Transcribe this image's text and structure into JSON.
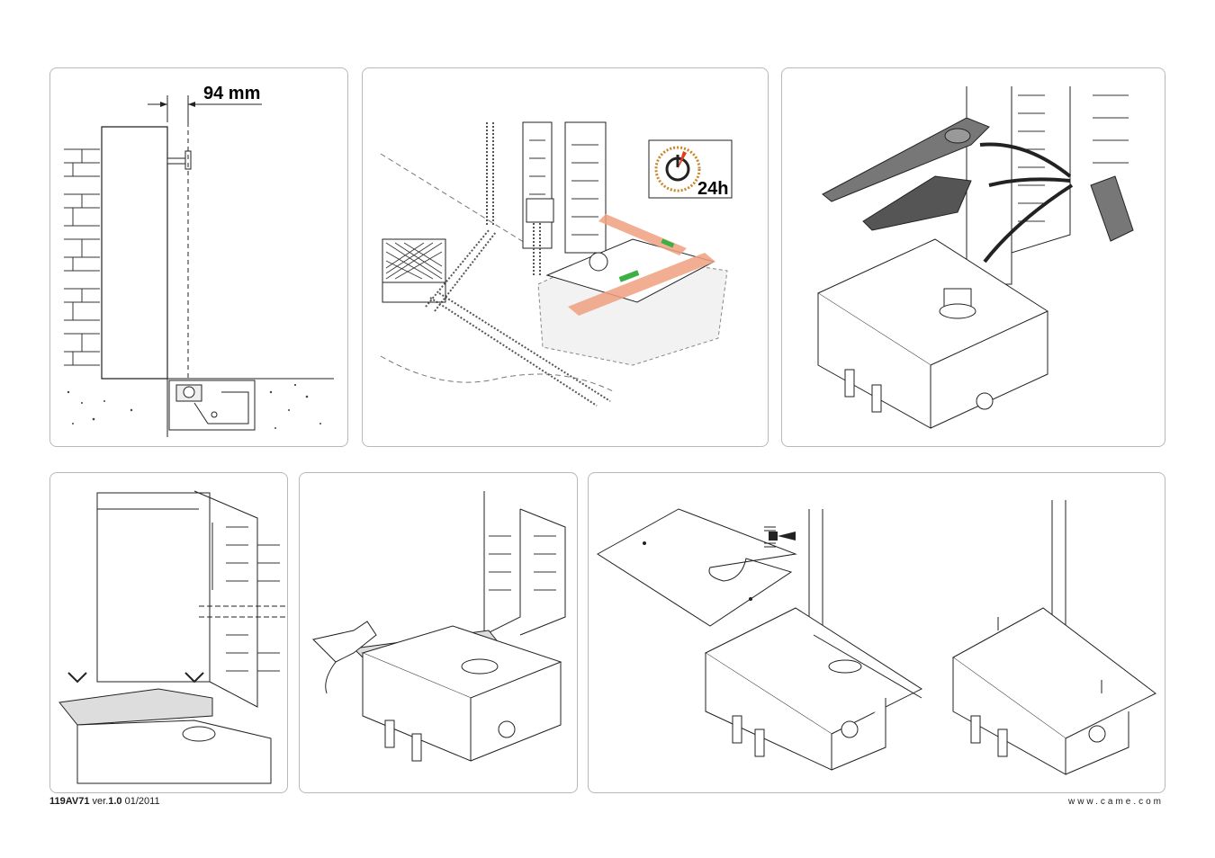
{
  "panels": {
    "p1": {
      "dimension_label": "94 mm"
    },
    "p2": {
      "timer_label": "24h"
    }
  },
  "footer": {
    "doc_code": "119AV71",
    "version_prefix": "ver.",
    "version_number": "1.0",
    "date": "01/2011",
    "website": "www.came.com"
  },
  "colors": {
    "accent_orange": "#f0a080",
    "level_green": "#3cb043",
    "timer_red": "#e23b1a",
    "timer_ring": "#c8862a",
    "line": "#222222",
    "panel_border": "#b8b8b8"
  }
}
